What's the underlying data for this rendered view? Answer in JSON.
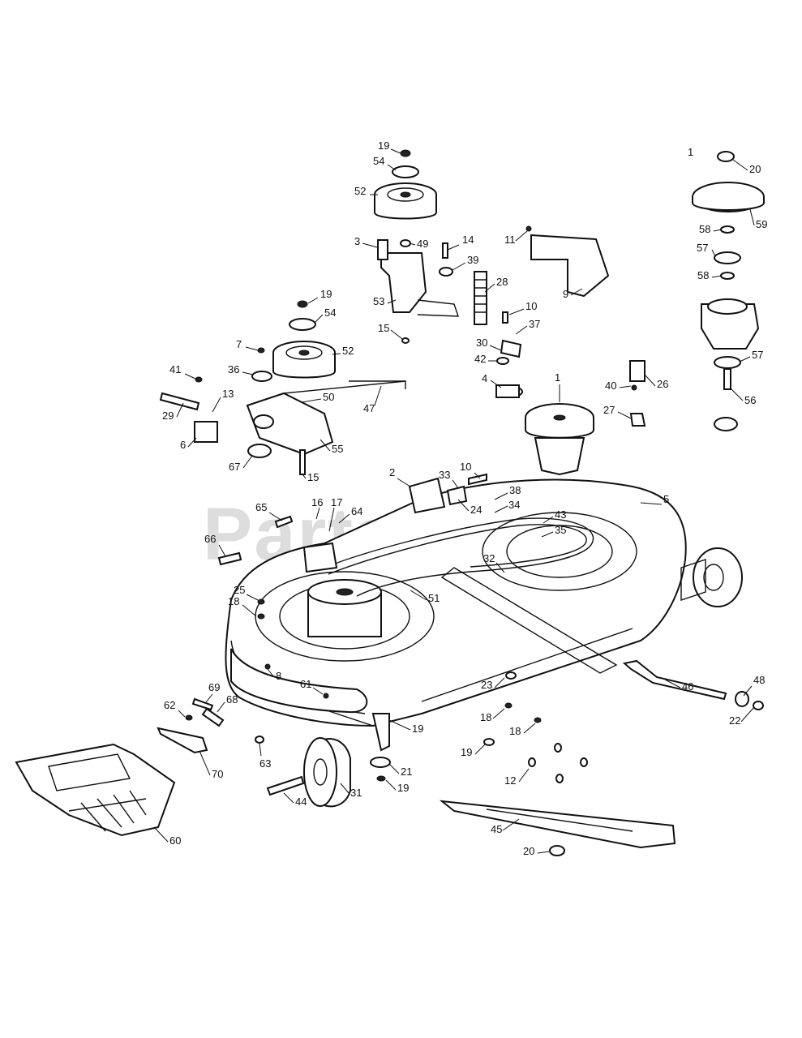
{
  "watermark": {
    "text": "PartsTree",
    "trademark": "™"
  },
  "labels": [
    "1",
    "2",
    "3",
    "4",
    "5",
    "6",
    "7",
    "8",
    "9",
    "10",
    "11",
    "12",
    "13",
    "14",
    "15",
    "16",
    "17",
    "18",
    "19",
    "20",
    "21",
    "22",
    "23",
    "24",
    "25",
    "26",
    "27",
    "28",
    "29",
    "30",
    "31",
    "32",
    "33",
    "34",
    "35",
    "36",
    "37",
    "38",
    "39",
    "40",
    "41",
    "42",
    "43",
    "44",
    "45",
    "46",
    "47",
    "48",
    "49",
    "50",
    "51",
    "52",
    "53",
    "54",
    "55",
    "56",
    "57",
    "58",
    "59",
    "60",
    "61",
    "62",
    "63",
    "64",
    "65",
    "66",
    "67",
    "68",
    "69",
    "70"
  ]
}
